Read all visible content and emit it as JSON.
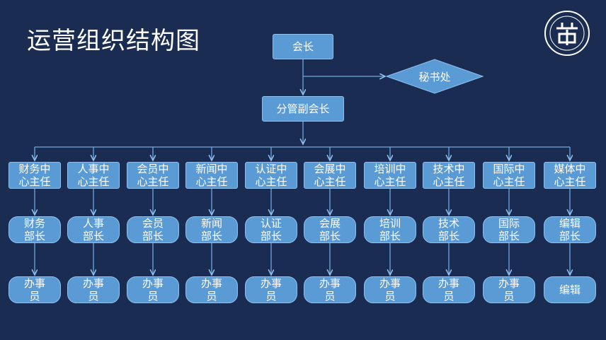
{
  "title": "运营组织结构图",
  "president": "会长",
  "secretariat": "秘书处",
  "vice_president": "分管副会长",
  "departments": [
    {
      "center": "财务中\n心主任",
      "minister": "财务\n部长",
      "staff": "办事\n员"
    },
    {
      "center": "人事中\n心主任",
      "minister": "人事\n部长",
      "staff": "办事\n员"
    },
    {
      "center": "会员中\n心主任",
      "minister": "会员\n部长",
      "staff": "办事\n员"
    },
    {
      "center": "新闻中\n心主任",
      "minister": "新闻\n部长",
      "staff": "办事\n员"
    },
    {
      "center": "认证中\n心主任",
      "minister": "认证\n部长",
      "staff": "办事\n员"
    },
    {
      "center": "会展中\n心主任",
      "minister": "会展\n部长",
      "staff": "办事\n员"
    },
    {
      "center": "培训中\n心主任",
      "minister": "培训\n部长",
      "staff": "办事\n员"
    },
    {
      "center": "技术中\n心主任",
      "minister": "技术\n部长",
      "staff": "办事\n员"
    },
    {
      "center": "国际中\n心主任",
      "minister": "国际\n部长",
      "staff": "办事\n员"
    },
    {
      "center": "媒体中\n心主任",
      "minister": "编辑\n部长",
      "staff": "编辑"
    }
  ],
  "colors": {
    "background": "#1b2c52",
    "node_fill": "#5b9bd5",
    "connector": "#6fa8dc"
  },
  "logo_icon": "seal-logo-icon"
}
